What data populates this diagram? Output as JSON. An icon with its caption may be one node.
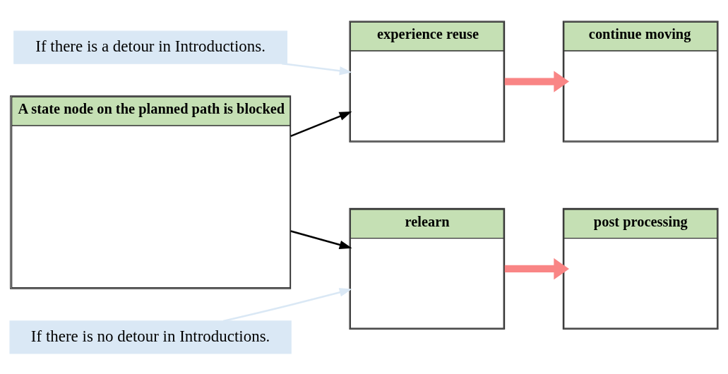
{
  "diagram": {
    "nodes": [
      {
        "text": [
          "A state node on the planned path is blocked"
        ]
      },
      {
        "text": [
          "experience reuse"
        ]
      },
      {
        "text": [
          "continue moving"
        ]
      },
      {
        "text": [
          "relearn"
        ]
      },
      {
        "text": [
          "post processing"
        ]
      },
      {
        "text": [
          "If there is a detour in Introductions."
        ]
      },
      {
        "text": [
          "If there is no detour in Introductions."
        ]
      }
    ],
    "edges": [
      {
        "from": 0,
        "to": 1,
        "arrow": "to"
      },
      {
        "from": 0,
        "to": 3,
        "arrow": "to"
      },
      {
        "from": 1,
        "to": 2,
        "arrow": "to",
        "style": "thick",
        "color": "#f98585"
      },
      {
        "from": 3,
        "to": 4,
        "arrow": "to",
        "style": "thick",
        "color": "#f98585"
      },
      {
        "from": 5,
        "to": 1,
        "arrow": "to",
        "color": "#dae8f5"
      },
      {
        "from": 6,
        "to": 3,
        "arrow": "to",
        "color": "#dae8f5"
      }
    ]
  }
}
